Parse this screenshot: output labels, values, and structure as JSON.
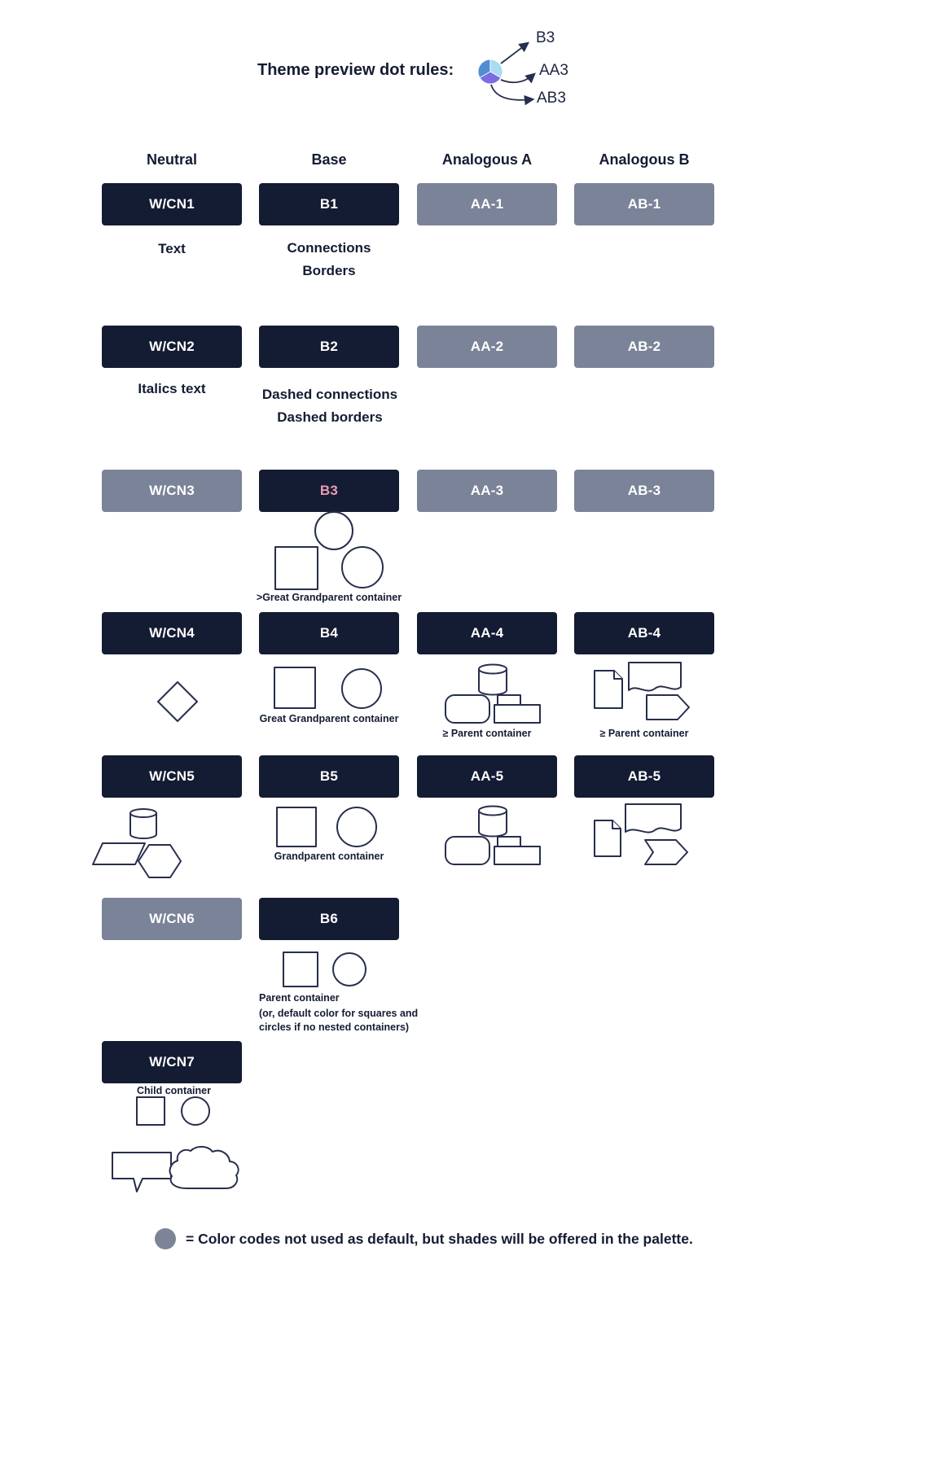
{
  "header": {
    "title": "Theme preview dot rules:",
    "dot_labels": {
      "b3": "B3",
      "aa3": "AA3",
      "ab3": "AB3"
    }
  },
  "columns": {
    "neutral": {
      "header": "Neutral",
      "swatches": [
        "W/CN1",
        "W/CN2",
        "W/CN3",
        "W/CN4",
        "W/CN5",
        "W/CN6",
        "W/CN7"
      ],
      "caption_text": "Text",
      "caption_italics": "Italics text",
      "caption_child": "Child container"
    },
    "base": {
      "header": "Base",
      "swatches": [
        "B1",
        "B2",
        "B3",
        "B4",
        "B5",
        "B6"
      ],
      "caption_connections": "Connections",
      "caption_borders": "Borders",
      "caption_dashed_connections": "Dashed connections",
      "caption_dashed_borders": "Dashed borders",
      "caption_b3": ">Great Grandparent container",
      "caption_b4": "Great Grandparent container",
      "caption_b5": "Grandparent container",
      "caption_b6": "Parent container",
      "caption_b6_note": "(or, default color for squares and circles if no nested containers)"
    },
    "analogous_a": {
      "header": "Analogous A",
      "swatches": [
        "AA-1",
        "AA-2",
        "AA-3",
        "AA-4",
        "AA-5"
      ],
      "caption_a4": "≥  Parent container"
    },
    "analogous_b": {
      "header": "Analogous B",
      "swatches": [
        "AB-1",
        "AB-2",
        "AB-3",
        "AB-4",
        "AB-5"
      ],
      "caption_b4": "≥ Parent container"
    }
  },
  "legend": {
    "text": "= Color codes not used as default, but shades will be offered in the palette."
  },
  "palette": {
    "dark_navy": "#141c33",
    "slate": "#7b8398",
    "pink_label": "#e89cb2",
    "shape_outline": "#272e4d",
    "legend_gray": "#7d8497",
    "dot_blue": "#4f8ed2",
    "dot_light_blue": "#a9dcf2",
    "dot_purple": "#7a6de0"
  }
}
